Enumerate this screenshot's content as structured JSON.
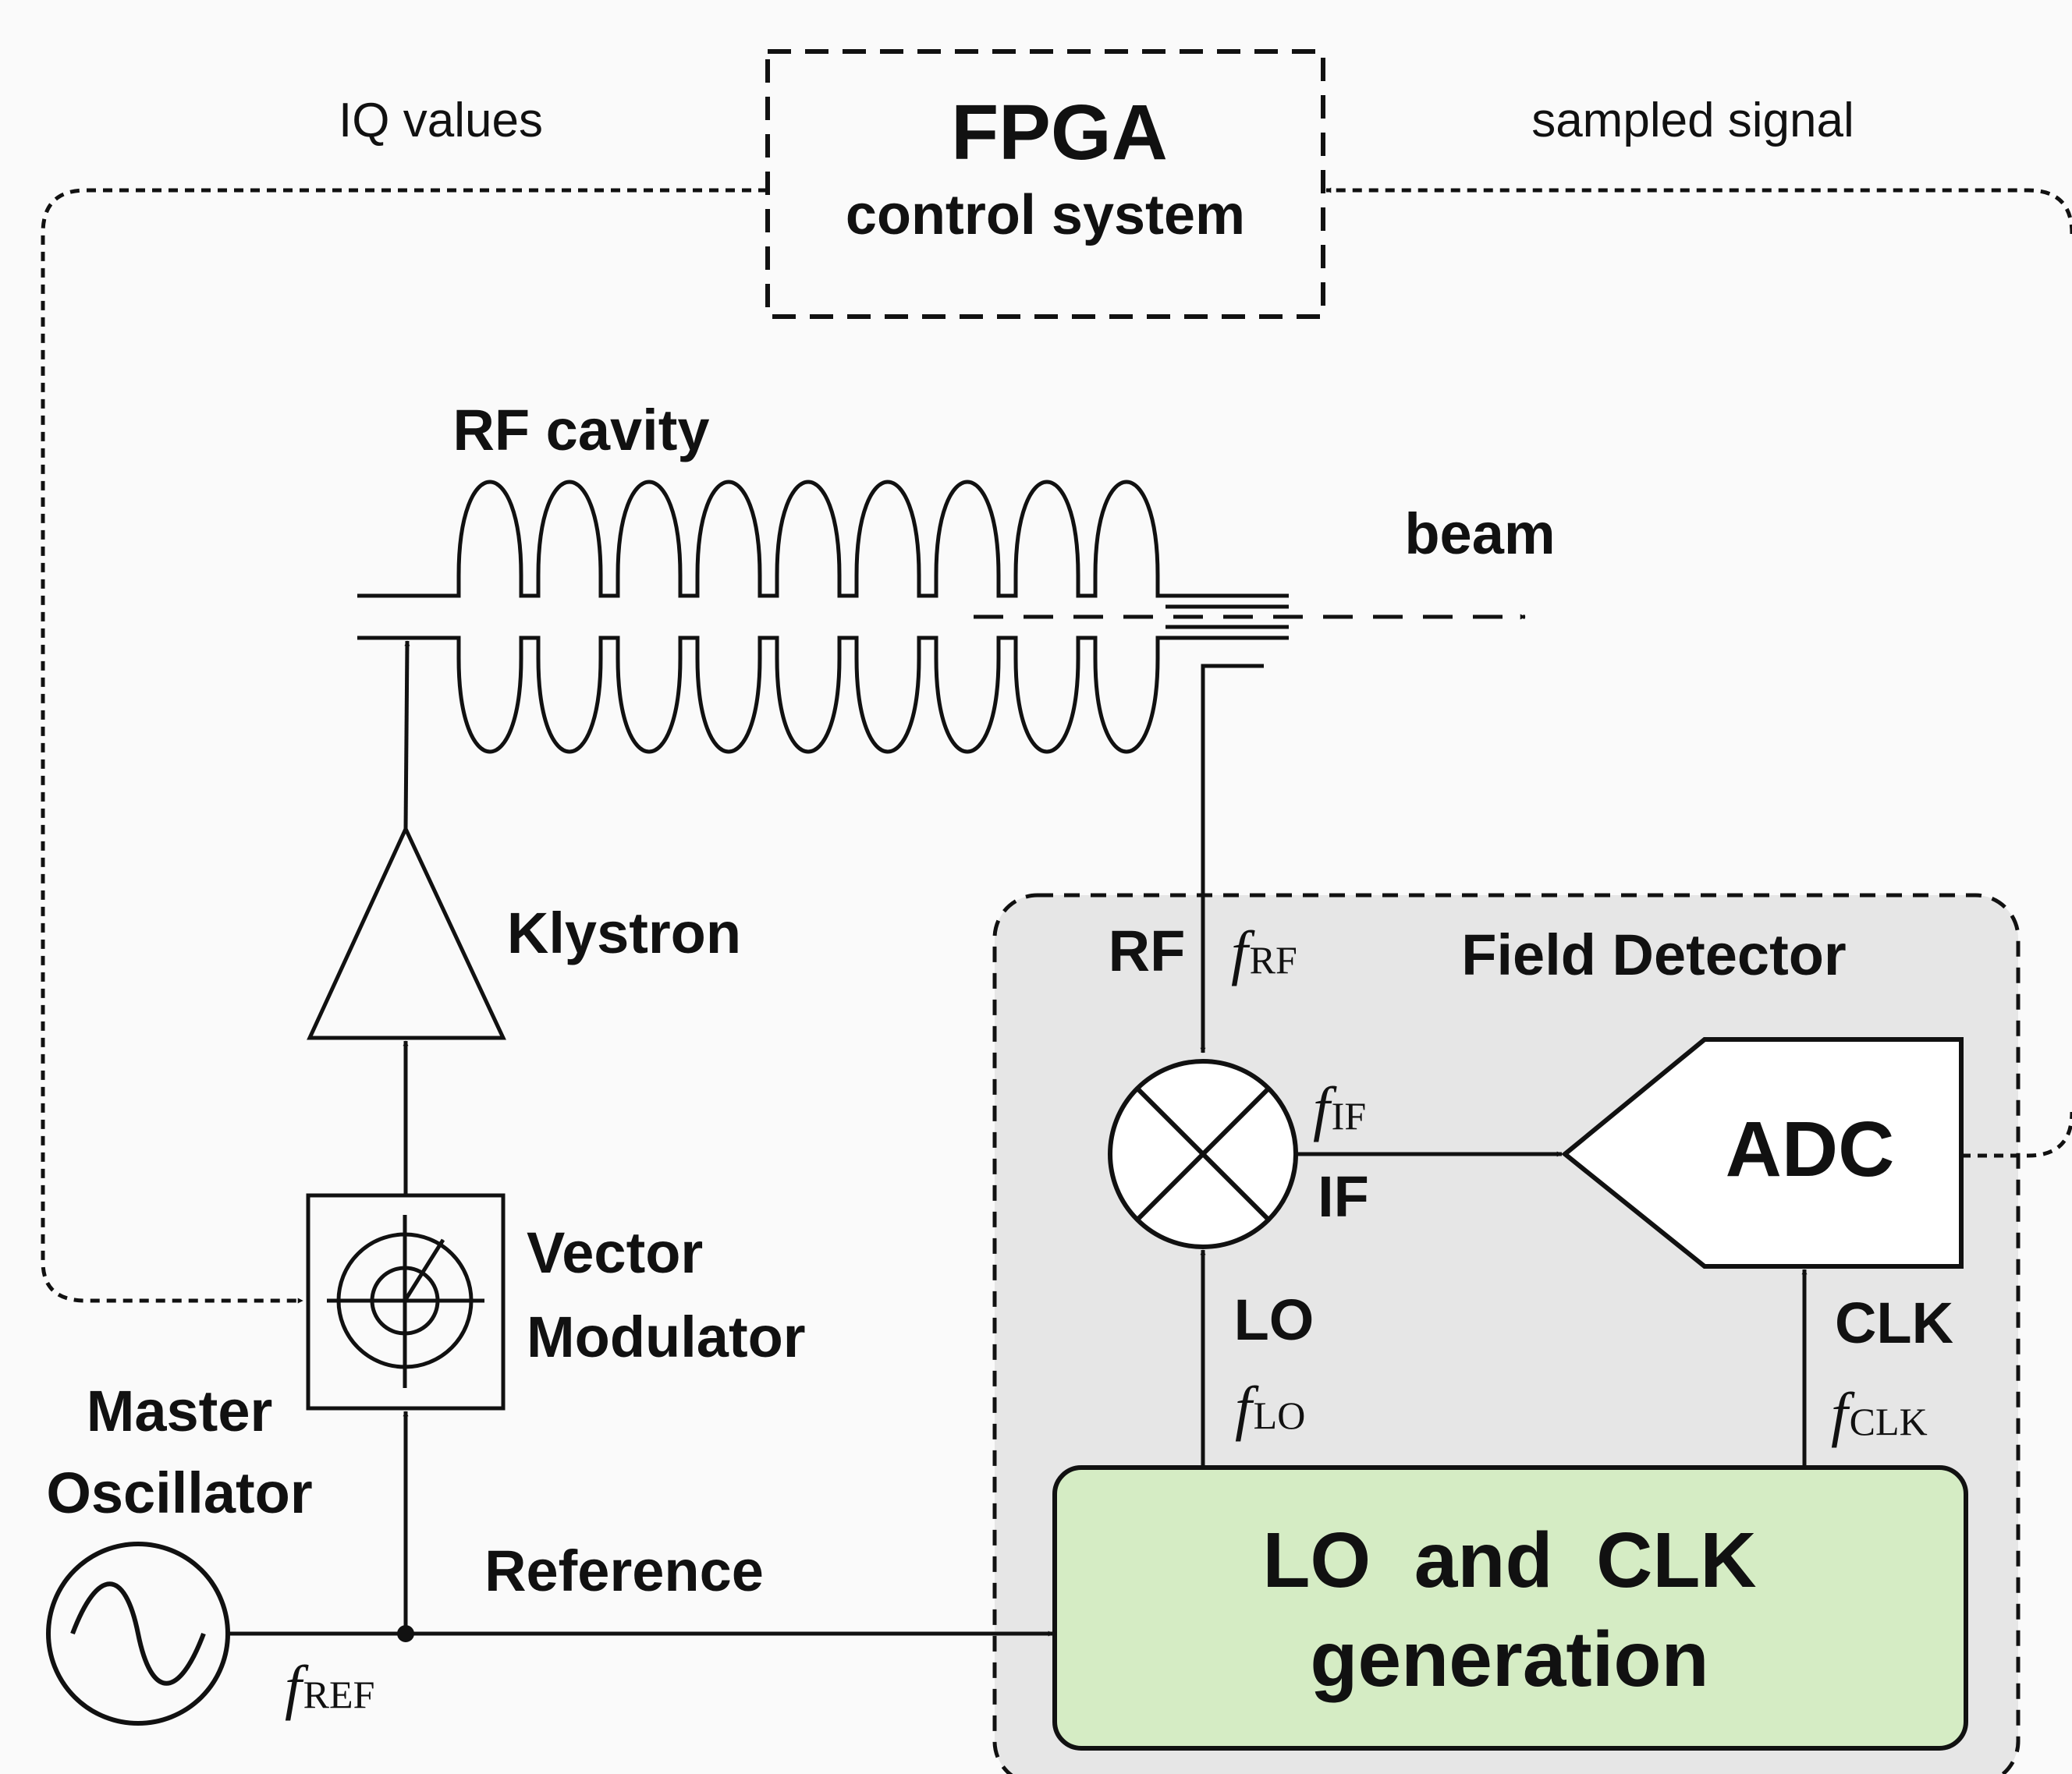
{
  "labels": {
    "fpga_title": "FPGA",
    "fpga_subtitle": "control system",
    "iq_values": "IQ values",
    "sampled_signal": "sampled signal",
    "rf_cavity": "RF cavity",
    "beam": "beam",
    "klystron": "Klystron",
    "vector": "Vector",
    "modulator": "Modulator",
    "master": "Master",
    "oscillator": "Oscillator",
    "reference": "Reference",
    "field_detector": "Field Detector",
    "rf": "RF",
    "if": "IF",
    "lo": "LO",
    "clk": "CLK",
    "adc": "ADC",
    "lo_clk_line1": "LO  and  CLK",
    "lo_clk_line2": "generation"
  },
  "freqs": {
    "f": "f",
    "ref_sub": "REF",
    "rf_sub": "RF",
    "if_sub": "IF",
    "lo_sub": "LO",
    "clk_sub": "CLK"
  },
  "colors": {
    "line": "#111111",
    "field_detector_bg": "#e6e6e6",
    "lo_clk_bg": "#d5ecc4",
    "background": "#fafafa"
  }
}
